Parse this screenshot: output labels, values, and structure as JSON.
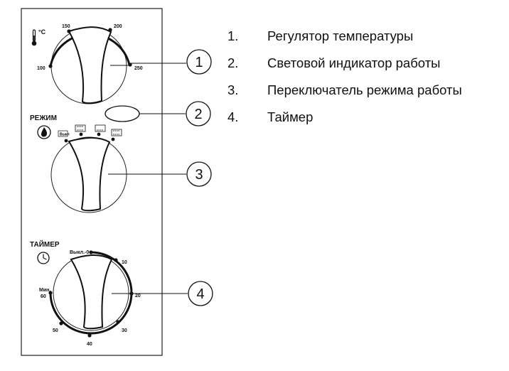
{
  "temperature": {
    "unit": "°C",
    "ticks": [
      "100",
      "150",
      "200",
      "250"
    ]
  },
  "mode": {
    "label": "РЕЖИМ",
    "off_label": "Выкл",
    "heating_modes": [
      "top-bottom-heat",
      "bottom-heat",
      "top-heat-grill"
    ]
  },
  "timer": {
    "label": "ТАЙМЕР",
    "off_label": "Выкл.-0",
    "min_label": "Мин.",
    "ticks": [
      "10",
      "20",
      "30",
      "40",
      "50",
      "60"
    ]
  },
  "callouts": [
    "1",
    "2",
    "3",
    "4"
  ],
  "legend": [
    {
      "num": "1.",
      "text": "Регулятор температуры"
    },
    {
      "num": "2.",
      "text": "Световой индикатор работы"
    },
    {
      "num": "3.",
      "text": "Переключатель режима работы"
    },
    {
      "num": "4.",
      "text": "Таймер"
    }
  ],
  "icons": {
    "temperature": "thermometer-icon",
    "mode": "flame-icon",
    "timer": "clock-icon"
  }
}
